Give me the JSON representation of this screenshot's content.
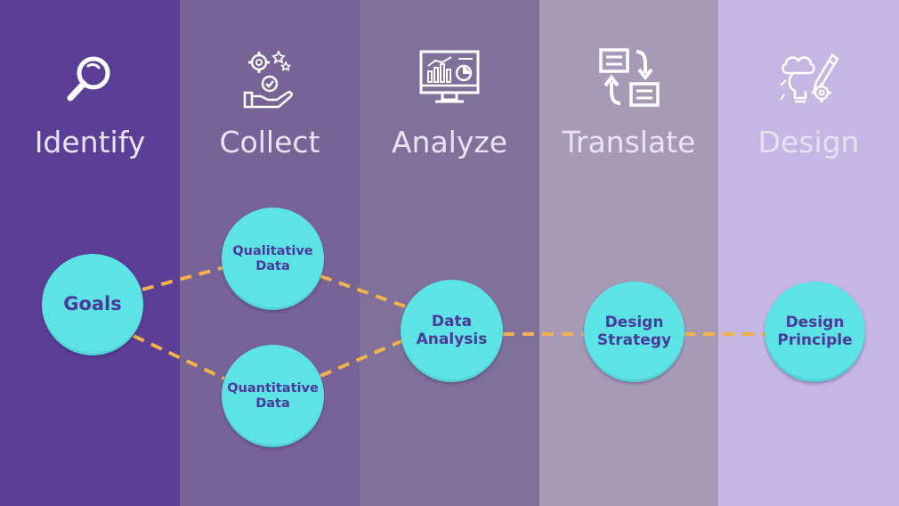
{
  "stages": [
    {
      "key": "identify",
      "title": "Identify",
      "color": "#5b3e96",
      "icon": "magnifier-icon"
    },
    {
      "key": "collect",
      "title": "Collect",
      "color": "#776396",
      "icon": "gears-hand-icon"
    },
    {
      "key": "analyze",
      "title": "Analyze",
      "color": "#7f719a",
      "icon": "monitor-chart-icon"
    },
    {
      "key": "translate",
      "title": "Translate",
      "color": "#a79ab7",
      "icon": "swap-documents-icon"
    },
    {
      "key": "design",
      "title": "Design",
      "color": "#c4b7e3",
      "icon": "pencil-gear-icon"
    }
  ],
  "nodes": {
    "goals": "Goals",
    "qualitative_1": "Qualitative",
    "qualitative_2": "Data",
    "quantitative_1": "Quantitative",
    "quantitative_2": "Data",
    "analysis_1": "Data",
    "analysis_2": "Analysis",
    "strategy_1": "Design",
    "strategy_2": "Strategy",
    "principle_1": "Design",
    "principle_2": "Principle"
  },
  "colors": {
    "node": "#5ce3e6",
    "node_text": "#4a3a99",
    "connector": "#f2b14c"
  }
}
